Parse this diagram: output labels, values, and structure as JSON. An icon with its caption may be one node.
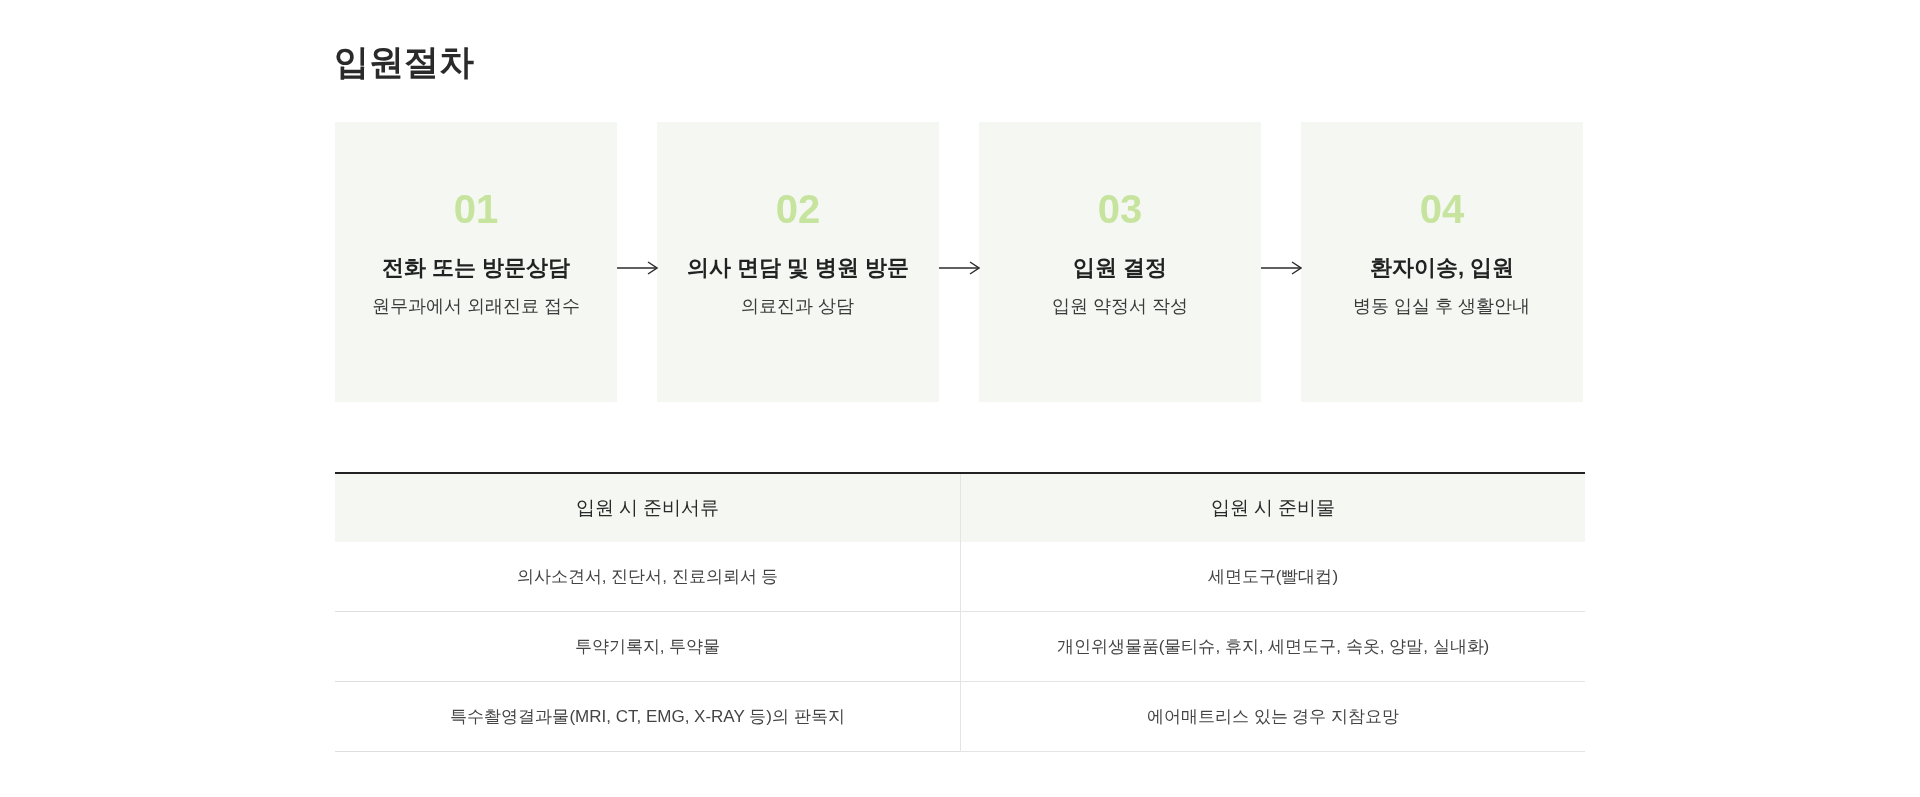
{
  "diagram": {
    "title": "입원절차",
    "nodes": [
      {
        "text": [
          "01",
          "전화 또는 방문상담",
          "원무과에서 외래진료 접수"
        ]
      },
      {
        "text": [
          "02",
          "의사 면담 및 병원 방문",
          "의료진과 상담"
        ]
      },
      {
        "text": [
          "03",
          "입원 결정",
          "입원 약정서 작성"
        ]
      },
      {
        "text": [
          "04",
          "환자이송, 입원",
          "병동 입실 후 생활안내"
        ]
      }
    ],
    "edges": [
      {
        "from": 0,
        "to": 1,
        "arrow": "to"
      },
      {
        "from": 1,
        "to": 2,
        "arrow": "to"
      },
      {
        "from": 2,
        "to": 3,
        "arrow": "to"
      }
    ],
    "labels": [
      "입원 시 준비서류",
      "입원 시 준비물",
      "의사소견서, 진단서, 진료의뢰서 등",
      "세면도구(빨대컵)",
      "투약기록지, 투약물",
      "개인위생물품(물티슈, 휴지, 세면도구, 속옷, 양말, 실내화)",
      "특수촬영결과물(MRI, CT, EMG, X-RAY 등)의 판독지",
      "에어매트리스 있는 경우 지참요망"
    ]
  }
}
